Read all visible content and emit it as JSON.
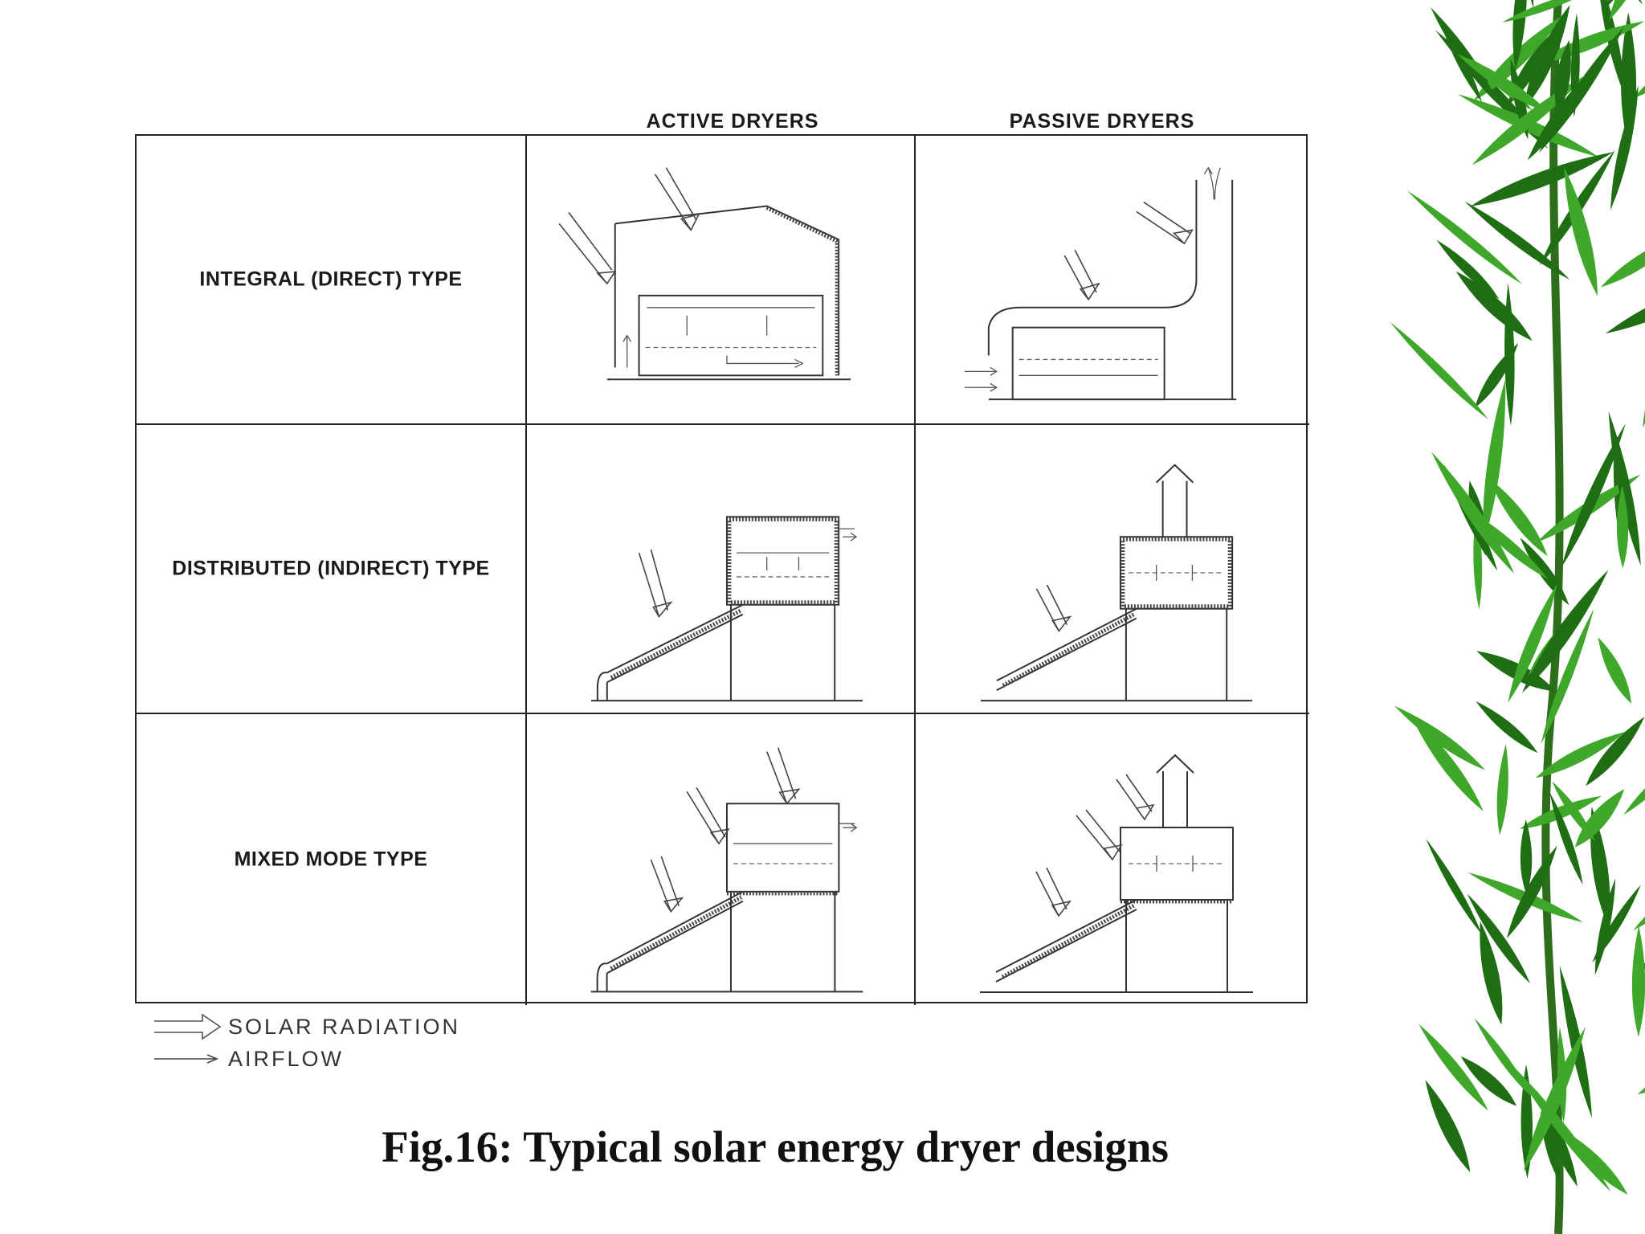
{
  "columns": {
    "active": "ACTIVE DRYERS",
    "passive": "PASSIVE DRYERS"
  },
  "rows": {
    "integral": "INTEGRAL (DIRECT) TYPE",
    "distributed": "DISTRIBUTED (INDIRECT) TYPE",
    "mixed": "MIXED MODE TYPE"
  },
  "legend": {
    "solar": "SOLAR RADIATION",
    "airflow": "AIRFLOW"
  },
  "caption": "Fig.16: Typical solar energy dryer designs",
  "colors": {
    "ink": "#222222",
    "leaf_dark": "#1f6e14",
    "leaf_light": "#3fa82a"
  }
}
